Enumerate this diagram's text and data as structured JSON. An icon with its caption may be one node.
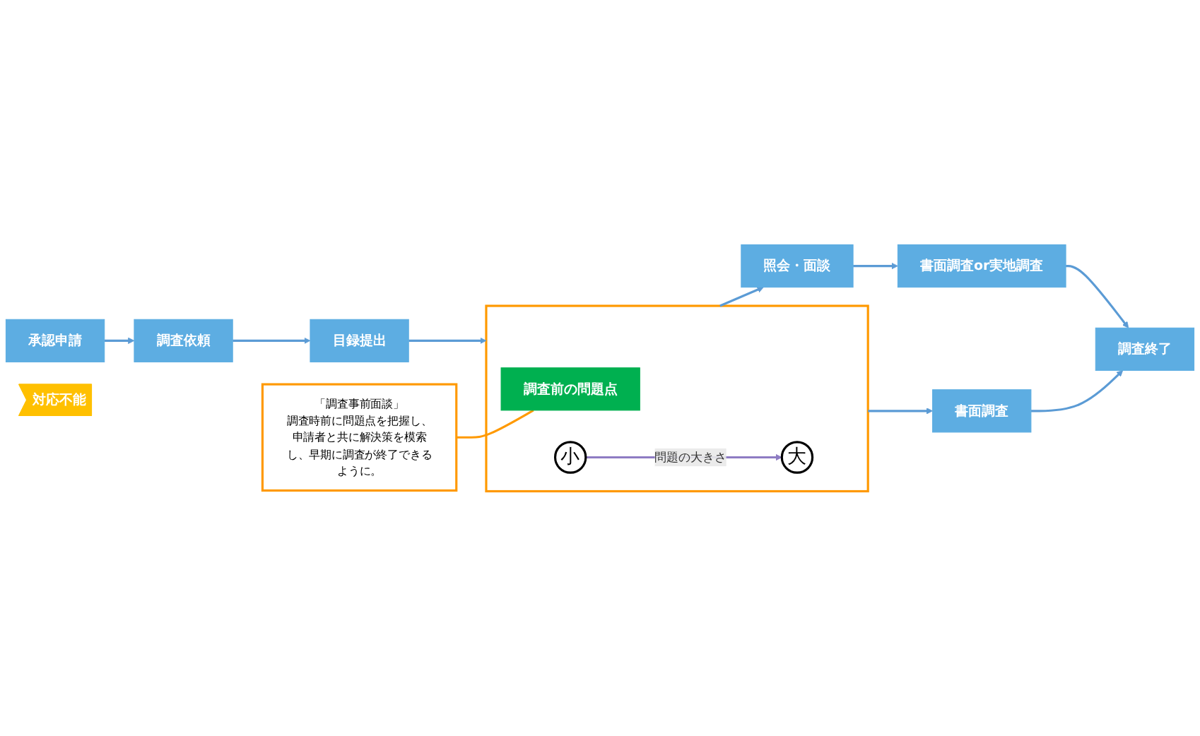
{
  "diagram": {
    "nodes": [
      {
        "text": [
          "承認申請"
        ]
      },
      {
        "text": [
          "調査依頼"
        ]
      },
      {
        "text": [
          "目録提出"
        ]
      },
      {
        "text": [],
        "shape": "box"
      },
      {
        "text": [
          "調査前の問題点"
        ],
        "in": 3
      },
      {
        "text": [
          "大"
        ],
        "in": 3
      },
      {
        "text": [
          "小"
        ],
        "in": 3
      },
      {
        "text": [
          "照会・面談"
        ]
      },
      {
        "text": [
          "書面調査"
        ]
      },
      {
        "text": [
          "書面調査or実地調査"
        ]
      },
      {
        "text": [
          "調査終了"
        ]
      },
      {
        "text": [
          "対応不能"
        ]
      },
      {
        "text": [
          "「調査事前面談」",
          "調査時前に問題点を把握し、申請者と共に解決策を模索し、早期に調査が終了できるように。"
        ]
      }
    ],
    "edges": [
      {
        "from": 0,
        "to": 1,
        "arrow": "to"
      },
      {
        "from": 1,
        "to": 2,
        "arrow": "to"
      },
      {
        "from": 2,
        "to": 3,
        "arrow": "to"
      },
      {
        "from": 6,
        "to": 5,
        "arrow": "to",
        "label": "問題の大きさ",
        "color": "#8e7cc3"
      },
      {
        "from": 3,
        "to": 7,
        "arrow": "to"
      },
      {
        "from": 3,
        "to": 8,
        "arrow": "to"
      },
      {
        "from": 7,
        "to": 9,
        "arrow": "to"
      },
      {
        "from": 9,
        "to": 10,
        "arrow": "to"
      },
      {
        "from": 8,
        "to": 10,
        "arrow": "to"
      },
      {
        "from": 12,
        "to": 4,
        "arrow": "none",
        "color": "#ff9900"
      }
    ]
  }
}
